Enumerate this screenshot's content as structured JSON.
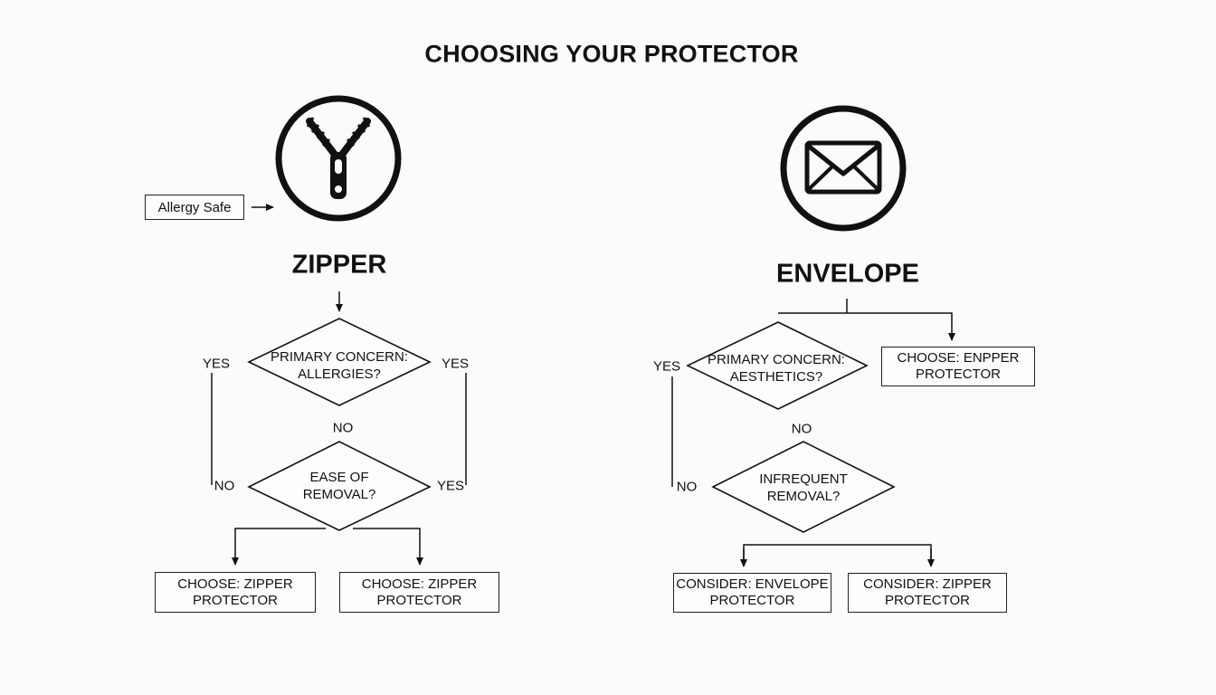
{
  "title": "CHOOSING YOUR PROTECTOR",
  "left": {
    "icon": "zipper-icon",
    "heading": "ZIPPER",
    "tag": "Allergy Safe",
    "q1": {
      "line1": "PRIMARY CONCERN:",
      "line2": "ALLERGIES?"
    },
    "q2": {
      "line1": "EASE OF",
      "line2": "REMOVAL?"
    },
    "labels": {
      "yes_left": "YES",
      "yes_right": "YES",
      "no_mid": "NO",
      "no_left": "NO",
      "yes_right_low": "YES"
    },
    "outcomes": [
      {
        "line1": "CHOOSE: ZIPPER",
        "line2": "PROTECTOR"
      },
      {
        "line1": "CHOOSE: ZIPPER",
        "line2": "PROTECTOR"
      }
    ]
  },
  "right": {
    "icon": "envelope-icon",
    "heading": "ENVELOPE",
    "q1": {
      "line1": "PRIMARY CONCERN:",
      "line2": "AESTHETICS?"
    },
    "q2": {
      "line1": "INFREQUENT",
      "line2": "REMOVAL?"
    },
    "labels": {
      "yes_left": "YES",
      "no_mid": "NO",
      "no_left": "NO"
    },
    "side_box": {
      "line1": "CHOOSE: ENPPER",
      "line2": "PROTECTOR"
    },
    "outcomes": [
      {
        "line1": "CONSIDER: ENVELOPE",
        "line2": "PROTECTOR"
      },
      {
        "line1": "CONSIDER: ZIPPER",
        "line2": "PROTECTOR"
      }
    ]
  }
}
